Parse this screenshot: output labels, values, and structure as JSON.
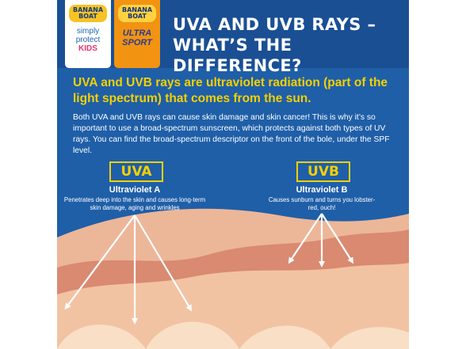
{
  "header": {
    "title": "UVA AND UVB RAYS – WHAT’S THE DIFFERENCE?"
  },
  "products": [
    {
      "logo": "BANANA BOAT",
      "lines": [
        "simply",
        "protect",
        "KIDS"
      ]
    },
    {
      "logo": "BANANA BOAT",
      "lines": [
        "ULTRA",
        "SPORT"
      ]
    }
  ],
  "headline": "UVA and UVB rays are ultraviolet radiation (part of the light spectrum) that comes from the sun.",
  "body": "Both UVA and UVB rays can cause skin damage and skin cancer! This is why it’s so important to use a broad-spectrum sunscreen, which protects against both types of UV rays. You can find the broad-spectrum descriptor on the front of the bole, under the SPF level.",
  "uva": {
    "badge": "UVA",
    "name": "Ultraviolet A",
    "description": "Penetrates deep into the skin and causes long-term skin damage, aging and wrinkles"
  },
  "uvb": {
    "badge": "UVB",
    "name": "Ultraviolet B",
    "description": "Causes sunburn and turns you lobster-red, ouch!"
  },
  "colors": {
    "panel_blue": "#1f5fa8",
    "header_blue": "#1a4f94",
    "accent_yellow": "#f4d000",
    "skin_outer": "#ecb699",
    "skin_middle": "#d98a71",
    "skin_inner": "#f2c3a2",
    "skin_deep": "#f8dfc6"
  }
}
